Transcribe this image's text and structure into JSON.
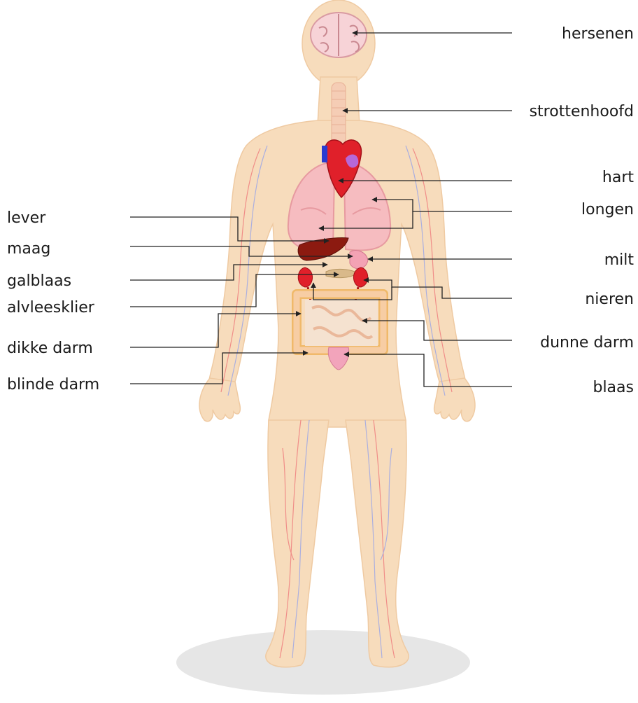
{
  "labels_left": [
    "lever",
    "maag",
    "galblaas",
    "alvleesklier",
    "dikke darm",
    "blinde darm"
  ],
  "labels_right": [
    "hersenen",
    "strottenhoofd",
    "hart",
    "longen",
    "milt",
    "nieren",
    "dunne darm",
    "blaas"
  ],
  "colors": {
    "skin": "#f6dcbd",
    "skin_edge": "#eecba2",
    "shadow": "#e5e5e5",
    "artery": "#ef7d7d",
    "vein": "#9aa6e6",
    "heart": "#e0202a",
    "liver": "#8c1a10",
    "lung": "#f6bcc0",
    "intestine": "#f7c9a4",
    "intestine_edge": "#f0b96a",
    "kidney": "#e0202a",
    "bladder": "#f2a4bb",
    "brain": "#f6d2d6",
    "leader_line": "#222222"
  }
}
